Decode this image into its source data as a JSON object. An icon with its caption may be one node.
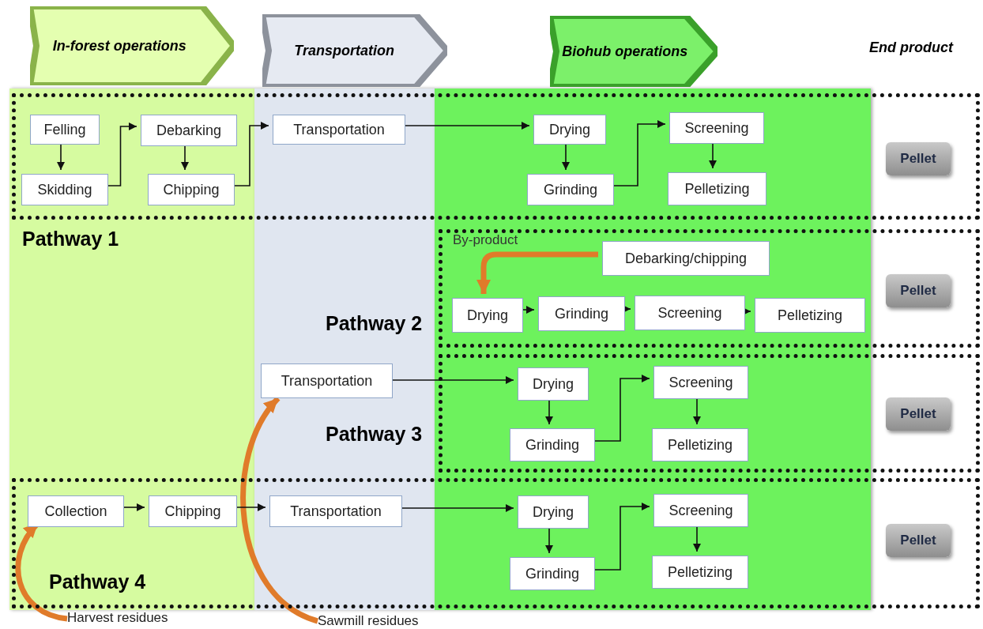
{
  "diagram": {
    "nodes": [
      {
        "text": [
          "In-forest operations"
        ]
      },
      {
        "text": [
          "Transportation"
        ]
      },
      {
        "text": [
          "Biohub operations"
        ]
      },
      {
        "text": [
          "Pathway 1"
        ]
      },
      {
        "text": [
          "Felling"
        ],
        "in": 3
      },
      {
        "text": [
          "Skidding"
        ],
        "in": 3
      },
      {
        "text": [
          "Debarking"
        ],
        "in": 3
      },
      {
        "text": [
          "Chipping"
        ],
        "in": 3
      },
      {
        "text": [
          "Transportation"
        ],
        "in": 3
      },
      {
        "text": [
          "Drying"
        ],
        "in": 3
      },
      {
        "text": [
          "Grinding"
        ],
        "in": 3
      },
      {
        "text": [
          "Screening"
        ],
        "in": 3
      },
      {
        "text": [
          "Pelletizing"
        ],
        "in": 3
      },
      {
        "text": [
          "Pellet"
        ],
        "in": 3
      },
      {
        "text": [
          "Pathway 2"
        ]
      },
      {
        "text": [
          "Debarking/chipping"
        ],
        "in": 14
      },
      {
        "text": [
          "Drying"
        ],
        "in": 14
      },
      {
        "text": [
          "Grinding"
        ],
        "in": 14
      },
      {
        "text": [
          "Screening"
        ],
        "in": 14
      },
      {
        "text": [
          "Pelletizing"
        ],
        "in": 14
      },
      {
        "text": [
          "Pellet"
        ],
        "in": 14
      },
      {
        "text": [
          "Pathway 3"
        ]
      },
      {
        "text": [
          "Transportation"
        ]
      },
      {
        "text": [
          "Drying"
        ],
        "in": 21
      },
      {
        "text": [
          "Grinding"
        ],
        "in": 21
      },
      {
        "text": [
          "Screening"
        ],
        "in": 21
      },
      {
        "text": [
          "Pelletizing"
        ],
        "in": 21
      },
      {
        "text": [
          "Pellet"
        ],
        "in": 21
      },
      {
        "text": [
          "Pathway 4"
        ]
      },
      {
        "text": [
          "Collection"
        ],
        "in": 28
      },
      {
        "text": [
          "Chipping"
        ],
        "in": 28
      },
      {
        "text": [
          "Transportation"
        ],
        "in": 28
      },
      {
        "text": [
          "Drying"
        ],
        "in": 28
      },
      {
        "text": [
          "Grinding"
        ],
        "in": 28
      },
      {
        "text": [
          "Screening"
        ],
        "in": 28
      },
      {
        "text": [
          "Pelletizing"
        ],
        "in": 28
      },
      {
        "text": [
          "Pellet"
        ],
        "in": 28
      },
      {
        "text": [
          "Harvest residues"
        ]
      },
      {
        "text": [
          "Sawmill residues"
        ]
      }
    ],
    "edges": [
      {
        "from": 4,
        "to": 5,
        "arrow": "to"
      },
      {
        "from": 5,
        "to": 6,
        "arrow": "to"
      },
      {
        "from": 6,
        "to": 7,
        "arrow": "to"
      },
      {
        "from": 7,
        "to": 8,
        "arrow": "to"
      },
      {
        "from": 8,
        "to": 9,
        "arrow": "to"
      },
      {
        "from": 9,
        "to": 10,
        "arrow": "to"
      },
      {
        "from": 10,
        "to": 11,
        "arrow": "to"
      },
      {
        "from": 11,
        "to": 12,
        "arrow": "to"
      },
      {
        "from": 15,
        "to": 16,
        "arrow": "to",
        "style": "thick",
        "color": "#e07b2a"
      },
      {
        "from": 16,
        "to": 17,
        "arrow": "to"
      },
      {
        "from": 17,
        "to": 18,
        "arrow": "to"
      },
      {
        "from": 18,
        "to": 19,
        "arrow": "to"
      },
      {
        "from": 38,
        "to": 22,
        "arrow": "to",
        "style": "thick",
        "color": "#e07b2a"
      },
      {
        "from": 22,
        "to": 23,
        "arrow": "to"
      },
      {
        "from": 23,
        "to": 24,
        "arrow": "to"
      },
      {
        "from": 24,
        "to": 25,
        "arrow": "to"
      },
      {
        "from": 25,
        "to": 26,
        "arrow": "to"
      },
      {
        "from": 37,
        "to": 29,
        "arrow": "to",
        "style": "thick",
        "color": "#e07b2a"
      },
      {
        "from": 29,
        "to": 30,
        "arrow": "to"
      },
      {
        "from": 30,
        "to": 31,
        "arrow": "to"
      },
      {
        "from": 31,
        "to": 32,
        "arrow": "to"
      },
      {
        "from": 32,
        "to": 33,
        "arrow": "to"
      },
      {
        "from": 33,
        "to": 34,
        "arrow": "to"
      },
      {
        "from": 34,
        "to": 35,
        "arrow": "to"
      }
    ],
    "labels": [
      "End product",
      "By-product"
    ]
  }
}
